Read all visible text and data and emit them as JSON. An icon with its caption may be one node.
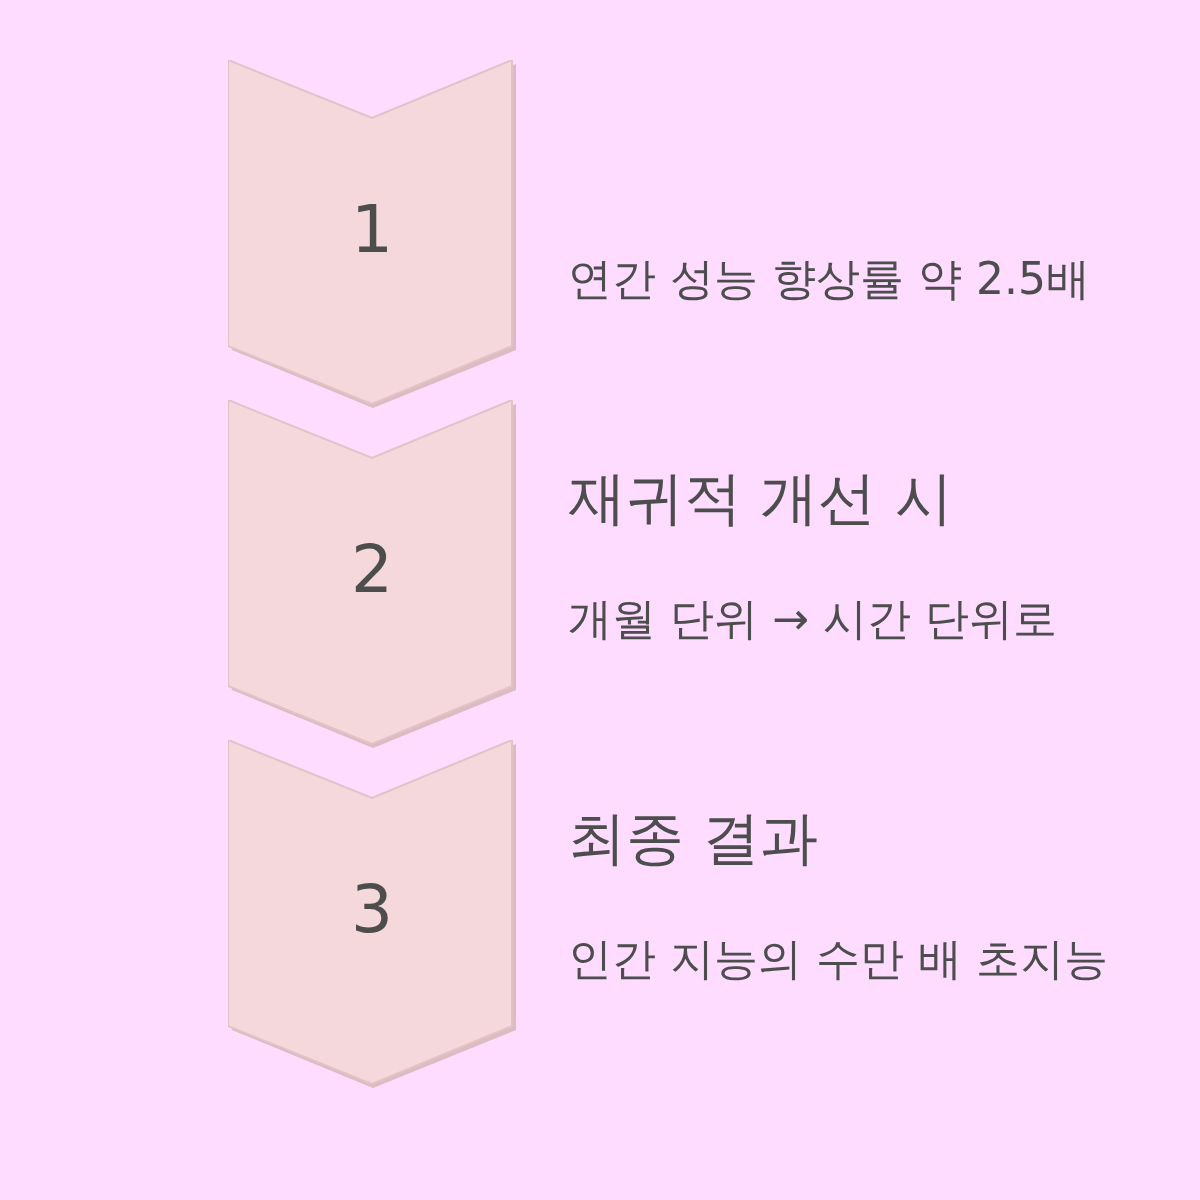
{
  "diagram": {
    "nodes": [
      {
        "text": [
          "1"
        ],
        "beside": [
          "연간 성능 향상률 약 2.5배"
        ]
      },
      {
        "text": [
          "2"
        ],
        "beside": [
          "재귀적 개선 시",
          "개월 단위 → 시간 단위로"
        ]
      },
      {
        "text": [
          "3"
        ],
        "beside": [
          "최종 결과",
          "인간 지능의 수만 배 초지능"
        ]
      }
    ]
  }
}
